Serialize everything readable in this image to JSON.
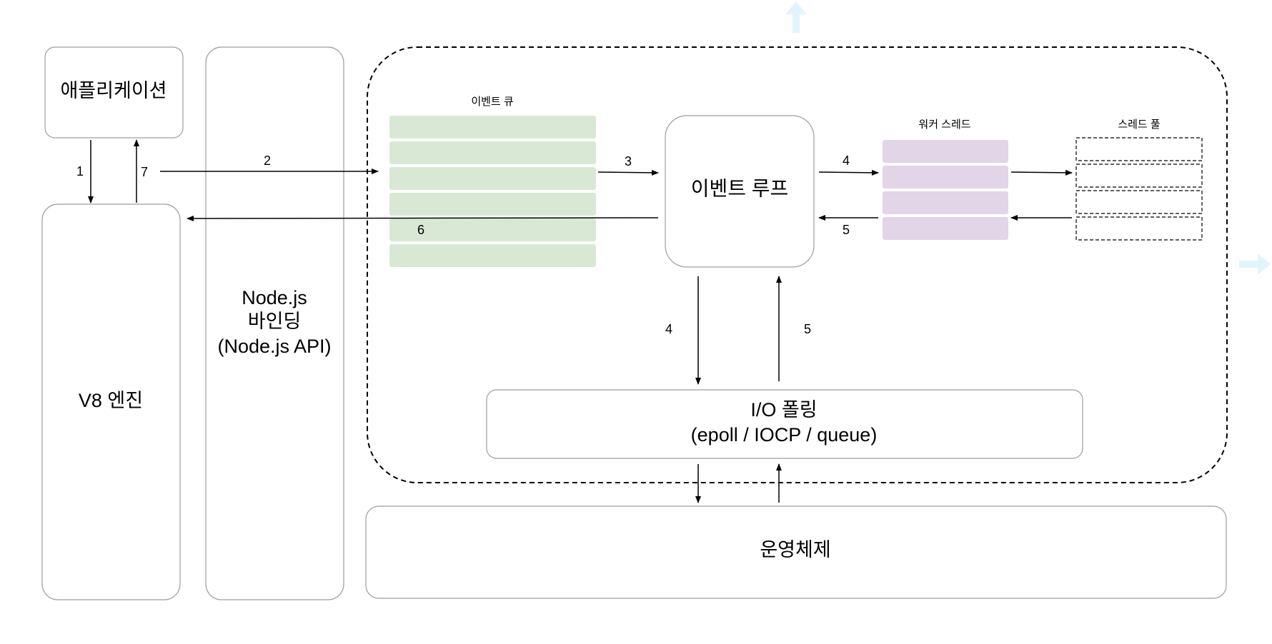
{
  "boxes": {
    "application": "애플리케이션",
    "v8_engine": "V8 엔진",
    "node_bindings": [
      "Node.js",
      "바인딩",
      "(Node.js API)"
    ],
    "event_loop": "이벤트 루프",
    "io_polling": [
      "I/O 폴링",
      "(epoll / IOCP / queue)"
    ],
    "operating_system": "운영체제"
  },
  "sections": {
    "event_queue": "이벤트 큐",
    "worker_threads": "워커 스레드",
    "thread_pool": "스레드 풀"
  },
  "steps": {
    "s1": "1",
    "s2": "2",
    "s3": "3",
    "s4_right": "4",
    "s4_down": "4",
    "s5_left": "5",
    "s5_up": "5",
    "s6": "6",
    "s7": "7"
  },
  "colors": {
    "queue_slot": "#d9e8d5",
    "worker_slot": "#e1d5e7",
    "box_border": "#9e9e9e",
    "arrow": "#000000",
    "faded_arrow": "#e3f3fb"
  }
}
